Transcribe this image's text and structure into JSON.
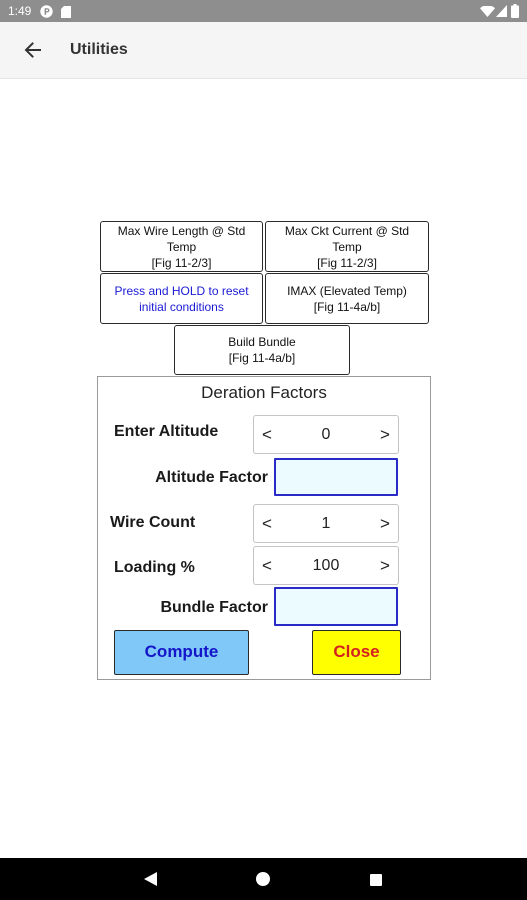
{
  "colors": {
    "status_bar": "#8e8e8e",
    "app_bar": "#f5f5f5",
    "reset_text": "#1a1ad6",
    "factor_bg": "#ebfbff",
    "factor_border": "#2a2ac8",
    "compute_bg": "#80c8f8",
    "compute_text": "#1414c8",
    "close_bg": "#ffff00",
    "close_text": "#d42020",
    "nav_bar": "#000000"
  },
  "icons": {
    "status_left": [
      "app-notification-icon",
      "sd-card-icon"
    ],
    "status_right": [
      "wifi-icon",
      "cell-signal-icon",
      "battery-icon"
    ],
    "app_bar": "back-arrow-icon",
    "nav_bar": [
      "nav-back-icon",
      "nav-home-icon",
      "nav-recents-icon"
    ]
  },
  "status_bar": {
    "time": "1:49"
  },
  "app_bar": {
    "title": "Utilities"
  },
  "utility_buttons": {
    "max_wire_length": {
      "lines": [
        "Max Wire Length @ Std",
        "Temp",
        "[Fig 11-2/3]"
      ]
    },
    "max_ckt_current": {
      "lines": [
        "Max Ckt Current @ Std",
        "Temp",
        "[Fig 11-2/3]"
      ]
    },
    "reset": {
      "lines": [
        "Press and HOLD to reset",
        "initial conditions"
      ]
    },
    "imax": {
      "lines": [
        "IMAX (Elevated Temp)",
        "[Fig 11-4a/b]"
      ]
    },
    "build_bundle": {
      "lines": [
        "Build Bundle",
        "[Fig 11-4a/b]"
      ]
    }
  },
  "deration_panel": {
    "title": "Deration Factors",
    "stepper": {
      "decrement": "<",
      "increment": ">"
    },
    "enter_altitude": {
      "label": "Enter Altitude",
      "value": "0"
    },
    "altitude_factor": {
      "label": "Altitude Factor",
      "value": ""
    },
    "wire_count": {
      "label": "Wire Count",
      "value": "1"
    },
    "loading": {
      "label": "Loading %",
      "value": "100"
    },
    "bundle_factor": {
      "label": "Bundle Factor",
      "value": ""
    },
    "compute_label": "Compute",
    "close_label": "Close"
  }
}
